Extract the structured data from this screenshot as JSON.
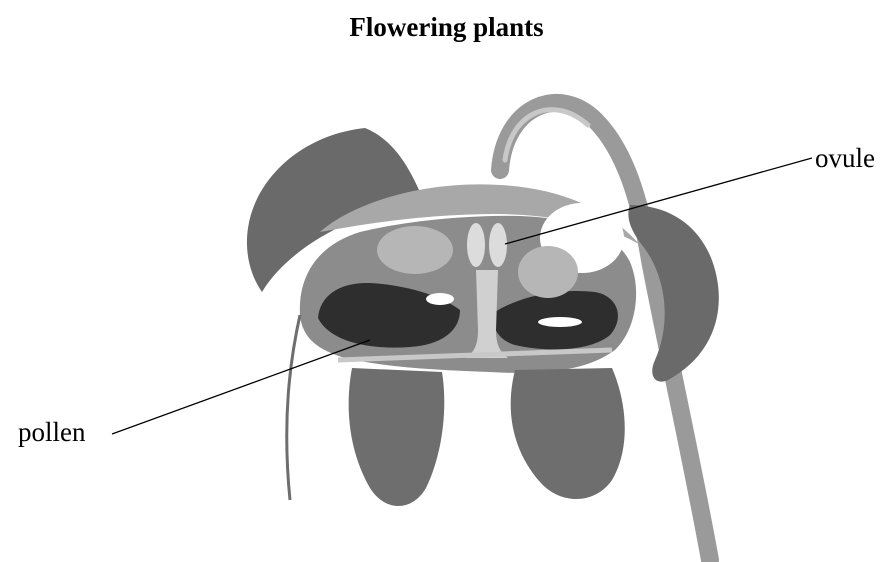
{
  "title": "Flowering plants",
  "labels": {
    "ovule": "ovule",
    "pollen": "pollen"
  }
}
